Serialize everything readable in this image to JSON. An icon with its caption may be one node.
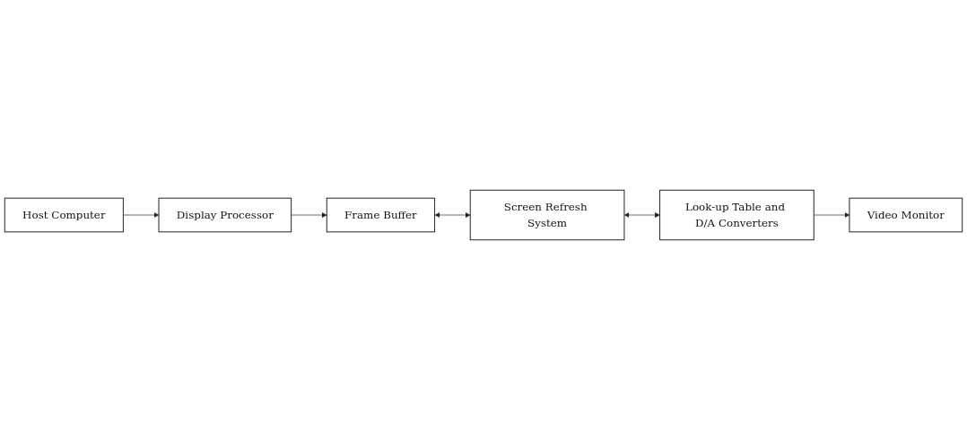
{
  "diagram": {
    "nodes": [
      {
        "text": [
          "Host Computer"
        ]
      },
      {
        "text": [
          "Display Processor"
        ]
      },
      {
        "text": [
          "Frame Buffer"
        ]
      },
      {
        "text": [
          "Screen Refresh System"
        ]
      },
      {
        "text": [
          "Look-up Table and D/A Converters"
        ]
      },
      {
        "text": [
          "Video Monitor"
        ]
      }
    ],
    "edges": [
      {
        "from": 0,
        "to": 1,
        "arrow": "to"
      },
      {
        "from": 1,
        "to": 2,
        "arrow": "to"
      },
      {
        "from": 2,
        "to": 3,
        "arrow": "both"
      },
      {
        "from": 3,
        "to": 4,
        "arrow": "both"
      },
      {
        "from": 4,
        "to": 5,
        "arrow": "to"
      }
    ]
  }
}
